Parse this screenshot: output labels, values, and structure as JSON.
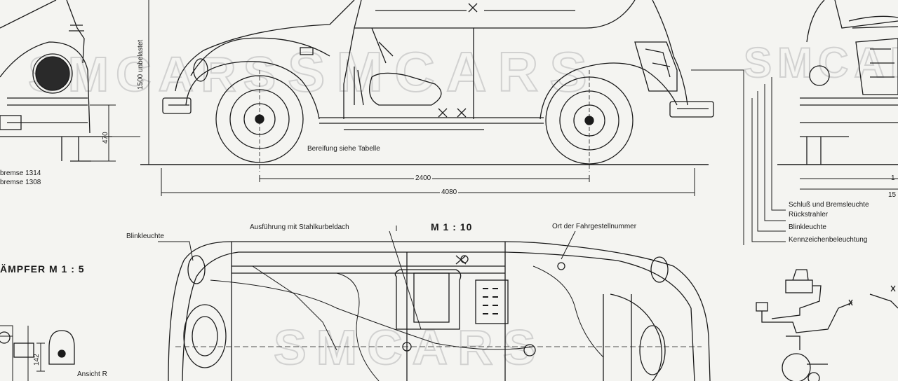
{
  "labels": {
    "unloaded_height": "1500 unbelastet",
    "tire_note": "Bereifung siehe Tabelle",
    "wheelbase": "2400",
    "overall_length": "4080",
    "ground_clearance": "470",
    "brake_1": "bremse 1314",
    "brake_2": "bremse 1308",
    "scale_main": "M 1 : 10",
    "damper_scale": "ÄMPFER  M 1 : 5",
    "blinker": "Blinkleuchte",
    "sunroof": "Ausführung mit Stahlkurbeldach",
    "chassis_no": "Ort der Fahrgestellnummer",
    "tail_brake": "Schluß und Bremsleuchte",
    "reflector": "Rückstrahler",
    "blinker_right": "Blinkleuchte",
    "plate_light": "Kennzeichenbeleuchtung",
    "view_r": "Ansicht R",
    "dim_142": "142",
    "right_dim_1": "1",
    "right_dim_2": "15"
  },
  "watermark": "SMCARS",
  "colors": {
    "ink": "#1b1b1b",
    "paper": "#f4f4f1",
    "watermark": "#bdbdbd"
  }
}
